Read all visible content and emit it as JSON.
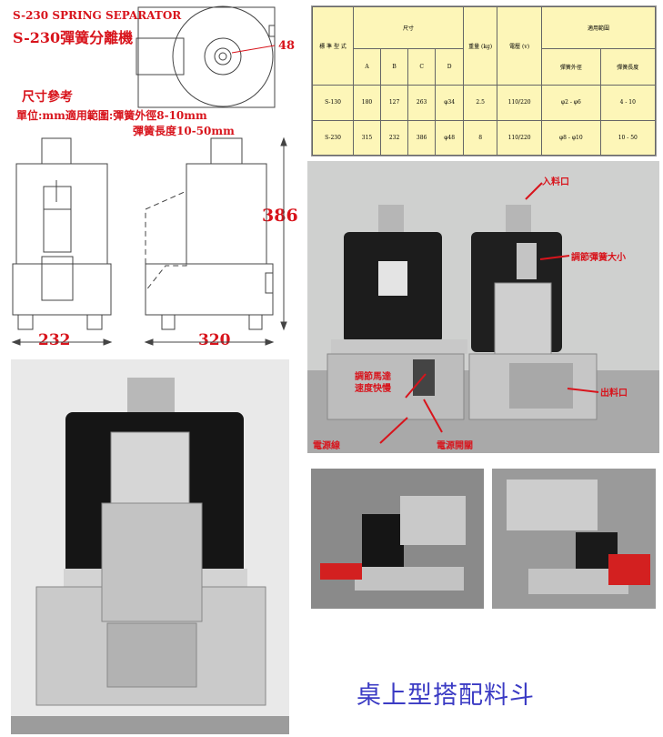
{
  "drawing": {
    "title_en": "S-230 SPRING SEPARATOR",
    "title_zh": "S-230彈簧分離機",
    "callout_48": "48",
    "size_ref": "尺寸參考",
    "unit_range": "單位:mm適用範圍:彈簧外徑8-10mm",
    "spring_length": "彈簧長度10-50mm",
    "dim_height": "386",
    "dim_width": "232",
    "dim_depth": "320"
  },
  "spec_table": {
    "header_model": "標 準 型 式",
    "header_size": "尺寸",
    "header_weight": "重量 (kg)",
    "header_voltage": "電壓 (v)",
    "header_range": "適用範圍",
    "col_a": "A",
    "col_b": "B",
    "col_c": "C",
    "col_d": "D",
    "col_od": "彈簧外徑",
    "col_len": "彈簧長度",
    "rows": [
      {
        "model": "S-130",
        "a": "180",
        "b": "127",
        "c": "263",
        "d": "φ34",
        "kg": "2.5",
        "v": "110/220",
        "od": "φ2 - φ6",
        "len": "4 - 10"
      },
      {
        "model": "S-230",
        "a": "315",
        "b": "232",
        "c": "386",
        "d": "φ48",
        "kg": "8",
        "v": "110/220",
        "od": "φ8 - φ10",
        "len": "10 - 50"
      }
    ]
  },
  "photo_labels": {
    "inlet": "入料口",
    "adjust_size": "調節彈簧大小",
    "motor_speed_1": "調節馬達",
    "motor_speed_2": "速度快慢",
    "outlet": "出料口",
    "power_cord": "電源線",
    "power_switch": "電源開關"
  },
  "caption": "桌上型搭配料斗"
}
